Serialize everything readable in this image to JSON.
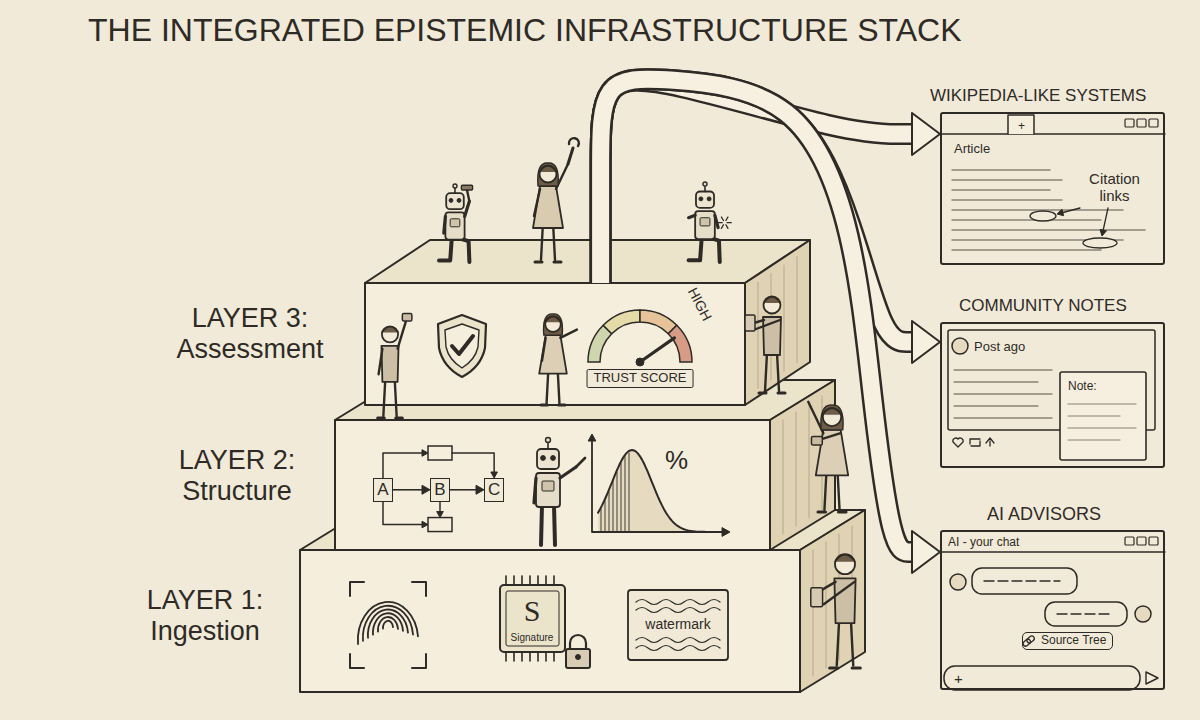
{
  "diagram": {
    "title": "THE INTEGRATED EPISTEMIC INFRASTRUCTURE STACK",
    "nodes": [
      {
        "text": [
          "LAYER 3: Assessment",
          "TRUST SCORE",
          "HIGH"
        ]
      },
      {
        "text": [
          "LAYER 2: Structure",
          "%"
        ]
      },
      {
        "text": [
          "A"
        ],
        "in": 1
      },
      {
        "text": [
          "B"
        ],
        "in": 1
      },
      {
        "text": [
          "C"
        ],
        "in": 1
      },
      {
        "text": [
          "LAYER 1: Ingestion",
          "S",
          "Signature",
          "watermark"
        ]
      },
      {
        "text": [
          "WIKIPEDIA-LIKE SYSTEMS",
          "Article",
          "+",
          "Citation links"
        ]
      },
      {
        "text": [
          "COMMUNITY NOTES",
          "Post ago",
          "Note:"
        ]
      },
      {
        "text": [
          "AI ADVISORS",
          "AI - your chat",
          "Source Tree",
          "+"
        ]
      }
    ],
    "edges": [
      {
        "from": 0,
        "to": 6,
        "arrow": "to"
      },
      {
        "from": 0,
        "to": 7,
        "arrow": "to"
      },
      {
        "from": 0,
        "to": 8,
        "arrow": "to"
      },
      {
        "from": 2,
        "to": 3,
        "arrow": "to"
      },
      {
        "from": 3,
        "to": 4,
        "arrow": "to"
      }
    ]
  }
}
